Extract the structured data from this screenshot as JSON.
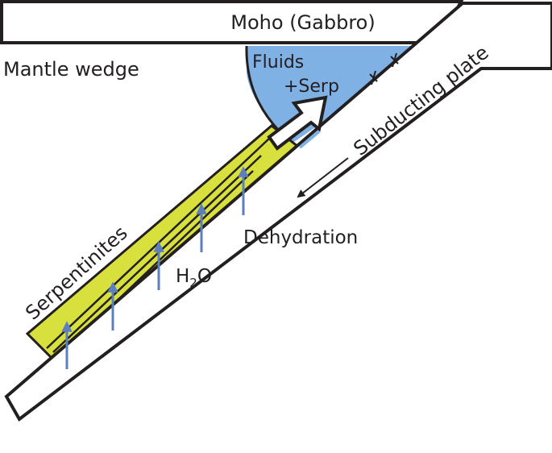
{
  "labels": {
    "moho": "Moho (Gabbro)",
    "mantle_wedge": "Mantle wedge",
    "fluids": "Fluids",
    "serp": "+Serp",
    "subducting_plate": "Subducting plate",
    "dehydration": "Dehydration",
    "serpentinites": "Serpentinites",
    "water_h": "H",
    "water_sub": "2",
    "water_o": "O"
  },
  "colors": {
    "outline": "#231f20",
    "fluid_blue": "#7fb1e4",
    "serpentinite_yellow": "#d7e03c",
    "water_arrow": "#5b7fbf",
    "background": "#ffffff"
  }
}
